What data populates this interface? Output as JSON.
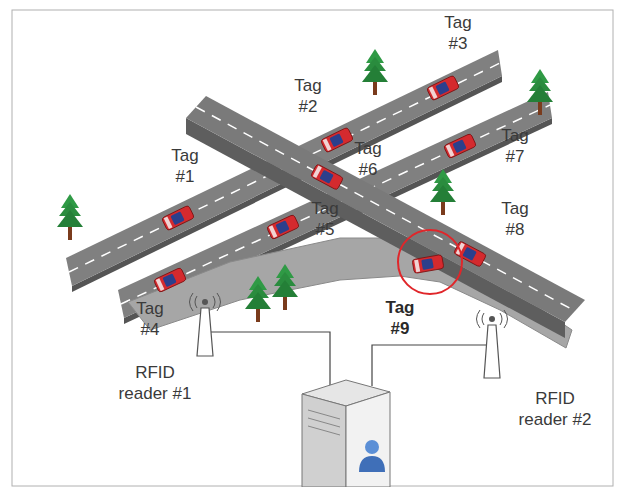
{
  "diagram": {
    "labels": [
      "Tag #3",
      "Tag #2",
      "Tag #7",
      "Tag #1",
      "Tag #6",
      "Tag #5",
      "Tag #8",
      "Tag #9",
      "Tag #4",
      "RFID reader #1",
      "RFID reader #2"
    ]
  }
}
